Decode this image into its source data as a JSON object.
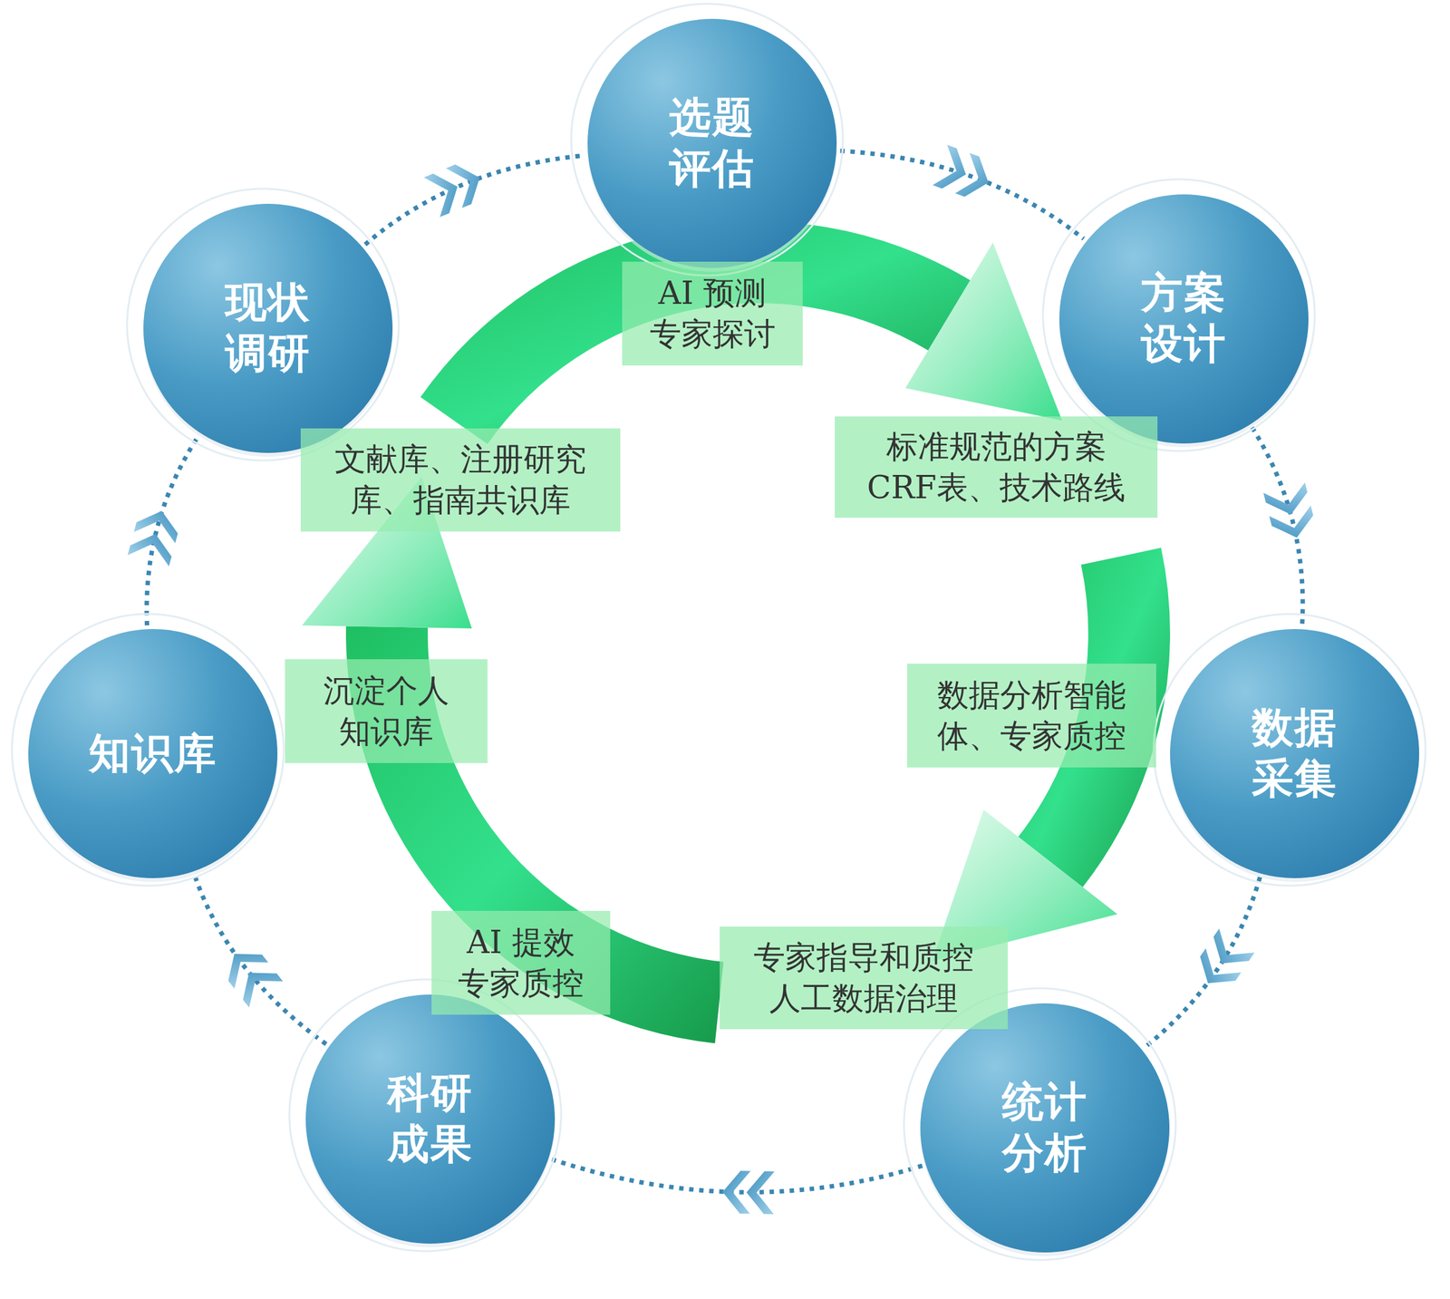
{
  "diagram": {
    "nodes": [
      {
        "text": [
          "选题 评估"
        ]
      },
      {
        "text": [
          "方案 设计"
        ]
      },
      {
        "text": [
          "数据 采集"
        ]
      },
      {
        "text": [
          "统计 分析"
        ]
      },
      {
        "text": [
          "科研 成果"
        ]
      },
      {
        "text": [
          "知识库"
        ]
      },
      {
        "text": [
          "现状 调研"
        ]
      },
      {
        "text": [
          "AI 预测 专家探讨"
        ]
      },
      {
        "text": [
          "标准规范的方案 CRF表、技术路线"
        ]
      },
      {
        "text": [
          "数据分析智能 体、专家质控"
        ]
      },
      {
        "text": [
          "专家指导和质控 人工数据治理"
        ]
      },
      {
        "text": [
          "AI 提效 专家质控"
        ]
      },
      {
        "text": [
          "沉淀个人 知识库"
        ]
      },
      {
        "text": [
          "文献库、注册研究 库、指南共识库"
        ]
      }
    ],
    "edges": [
      {
        "from": 0,
        "to": 1,
        "arrow": "to"
      },
      {
        "from": 1,
        "to": 2,
        "arrow": "to"
      },
      {
        "from": 2,
        "to": 3,
        "arrow": "to"
      },
      {
        "from": 3,
        "to": 4,
        "arrow": "to"
      },
      {
        "from": 4,
        "to": 5,
        "arrow": "to"
      },
      {
        "from": 5,
        "to": 6,
        "arrow": "to"
      },
      {
        "from": 6,
        "to": 0,
        "arrow": "to"
      }
    ]
  }
}
